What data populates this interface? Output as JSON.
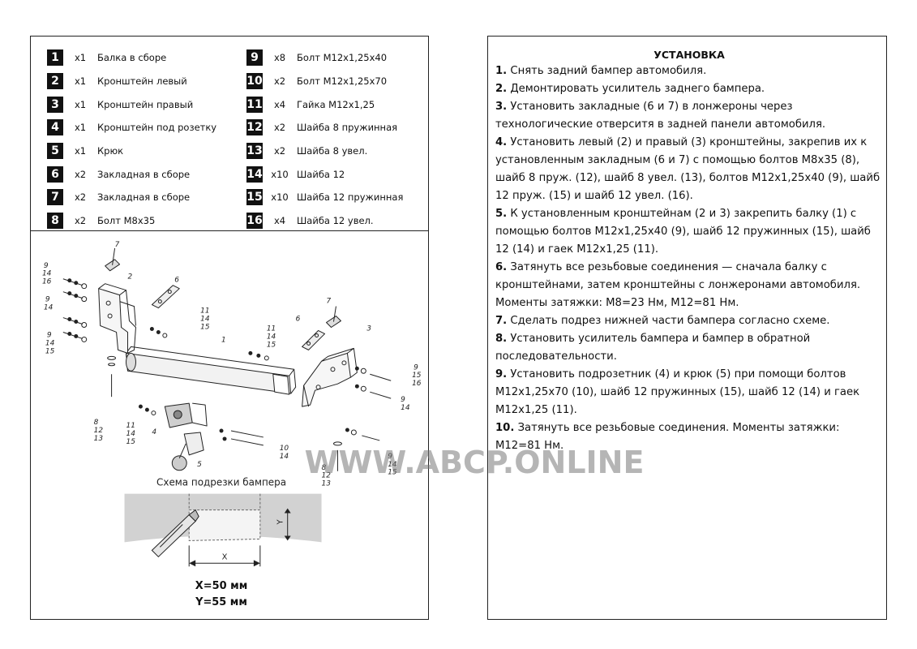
{
  "parts": [
    {
      "num": "1",
      "qty": "x1",
      "name": "Балка в сборе"
    },
    {
      "num": "2",
      "qty": "x1",
      "name": "Кронштейн левый"
    },
    {
      "num": "3",
      "qty": "x1",
      "name": "Кронштейн правый"
    },
    {
      "num": "4",
      "qty": "x1",
      "name": "Кронштейн под розетку"
    },
    {
      "num": "5",
      "qty": "x1",
      "name": "Крюк"
    },
    {
      "num": "6",
      "qty": "x2",
      "name": "Закладная в сборе"
    },
    {
      "num": "7",
      "qty": "x2",
      "name": "Закладная в сборе"
    },
    {
      "num": "8",
      "qty": "x2",
      "name": "Болт M8x35"
    },
    {
      "num": "9",
      "qty": "x8",
      "name": "Болт M12x1,25x40"
    },
    {
      "num": "10",
      "qty": "x2",
      "name": "Болт M12x1,25x70"
    },
    {
      "num": "11",
      "qty": "x4",
      "name": "Гайка M12x1,25"
    },
    {
      "num": "12",
      "qty": "x2",
      "name": "Шайба 8 пружинная"
    },
    {
      "num": "13",
      "qty": "x2",
      "name": "Шайба 8 увел."
    },
    {
      "num": "14",
      "qty": "x10",
      "name": "Шайба 12"
    },
    {
      "num": "15",
      "qty": "x10",
      "name": "Шайба 12 пружинная"
    },
    {
      "num": "16",
      "qty": "x4",
      "name": "Шайба 12 увел."
    }
  ],
  "drawing": {
    "labels": {
      "l7a": "7",
      "l2": "2",
      "l6a": "6",
      "l1": "1",
      "l6b": "6",
      "l7b": "7",
      "l3": "3",
      "l4": "4",
      "l5": "5",
      "l9a": "9",
      "l14a": "14",
      "l16a": "16",
      "l9b": "9",
      "l14b": "14",
      "l9c": "9",
      "l14c": "14",
      "l15c": "15",
      "l8a": "8",
      "l12a": "12",
      "l13a": "13",
      "l11a": "11",
      "l14d": "14",
      "l15d": "15",
      "l11b": "11",
      "l14e": "14",
      "l15e": "15",
      "l11c": "11",
      "l14f": "14",
      "l15f": "15",
      "l10": "10",
      "l14g": "14",
      "l9d": "9",
      "l15g": "15",
      "l16b": "16",
      "l9e": "9",
      "l14h": "14",
      "l9f": "9",
      "l14i": "14",
      "l15h": "15",
      "l8b": "8",
      "l12b": "12",
      "l13b": "13"
    },
    "cut_scheme_title": "Схема подрезки бампера",
    "dim_x_label": "X",
    "dim_y_label": "Y",
    "x_value": "X=50 мм",
    "y_value": "Y=55 мм"
  },
  "installation": {
    "title": "УСТАНОВКА",
    "steps": [
      {
        "n": "1.",
        "text": " Снять задний бампер автомобиля."
      },
      {
        "n": "2.",
        "text": " Демонтировать усилитель заднего бампера."
      },
      {
        "n": "3.",
        "text": " Установить закладные (6 и 7) в лонжероны через технологические отверситя в задней панели автомобиля."
      },
      {
        "n": "4.",
        "text": " Установить левый (2) и правый (3) кронштейны, закрепив их к установленным закладным (6 и 7) с помощью болтов M8x35 (8), шайб 8 пруж. (12), шайб 8 увел. (13), болтов M12x1,25x40 (9), шайб 12 пруж. (15) и шайб 12 увел. (16)."
      },
      {
        "n": "5.",
        "text": " К установленным кронштейнам (2 и 3) закрепить балку (1) с помощью болтов M12x1,25x40 (9), шайб 12 пружинных (15), шайб 12 (14) и гаек M12x1,25 (11)."
      },
      {
        "n": "6.",
        "text": " Затянуть все резьбовые соединения — сначала балку с кронштейнами, затем кронштейны с лонжеронами автомобиля. Моменты затяжки: M8=23 Нм, M12=81 Нм."
      },
      {
        "n": "7.",
        "text": " Сделать подрез нижней части бампера согласно схеме."
      },
      {
        "n": "8.",
        "text": " Установить усилитель бампера и бампер в обратной последовательности."
      },
      {
        "n": "9.",
        "text": " Установить подрозетник (4) и крюк (5) при помощи болтов M12x1,25x70 (10), шайб 12 пружинных (15), шайб 12 (14) и гаек M12x1,25 (11)."
      },
      {
        "n": "10.",
        "text": " Затянуть все резьбовые соединения. Моменты затяжки: M12=81 Нм."
      }
    ]
  },
  "watermark": "WWW.ABCP.ONLINE"
}
